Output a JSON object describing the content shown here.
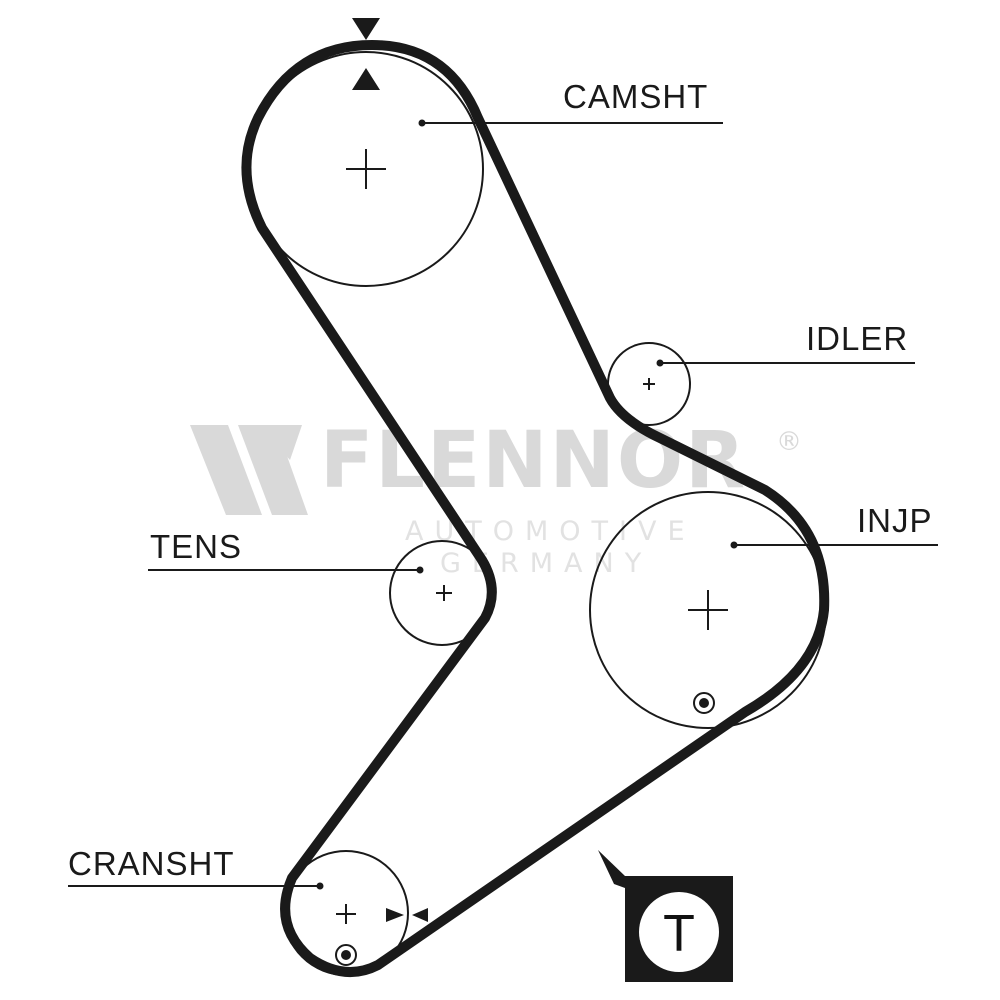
{
  "labels": {
    "camshaft": "CAMSHT",
    "idler": "IDLER",
    "injection_pump": "INJP",
    "tensioner": "TENS",
    "crankshaft": "CRANSHT"
  },
  "watermark": {
    "brand": "FLENNOR",
    "registered": "®",
    "line1": "AUTOMOTIVE",
    "line2": "GERMANY"
  },
  "tension_symbol": {
    "letter": "T"
  },
  "colors": {
    "belt": "#1a1a1a",
    "pulley": "#1a1a1a",
    "watermark": "#d9d9d9",
    "background": "#ffffff"
  }
}
